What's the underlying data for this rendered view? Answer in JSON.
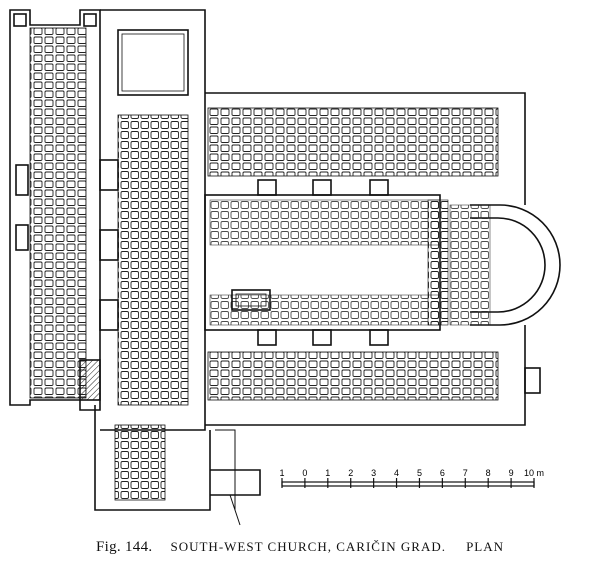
{
  "figure": {
    "number_label": "Fig. 144.",
    "title": "SOUTH-WEST CHURCH, CARIČIN GRAD.",
    "view": "PLAN"
  },
  "scale_bar": {
    "labels": [
      "1",
      "0",
      "1",
      "2",
      "3",
      "4",
      "5",
      "6",
      "7",
      "8",
      "9",
      "10"
    ],
    "unit": "m"
  }
}
